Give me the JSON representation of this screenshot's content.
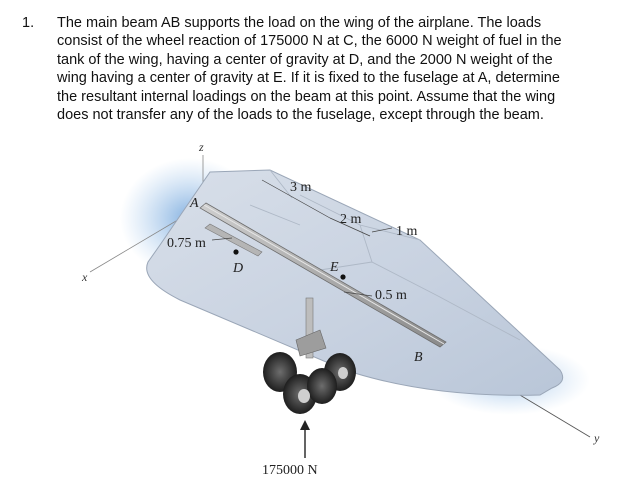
{
  "problem": {
    "number": "1.",
    "lines": [
      "The main beam AB supports the load on the wing of the airplane. The loads",
      "consist of the wheel reaction of 175000 N at C, the 6000 N weight of fuel in the",
      "tank of the wing, having a center of gravity at D, and the 2000 N weight of the",
      "wing having a center of gravity at E. If it is fixed to the fuselage at A, determine",
      "the resultant internal loadings on the beam at this point. Assume that the wing",
      "does not transfer any of the loads to the fuselage, except through the beam."
    ]
  },
  "figure": {
    "axes": {
      "z": "z",
      "x": "x",
      "y": "y"
    },
    "points": {
      "A": "A",
      "B": "B",
      "D": "D",
      "E": "E"
    },
    "dimensions": {
      "d1": "3 m",
      "d2": "2 m",
      "d3": "1 m",
      "d4": "0.75 m",
      "d5": "0.5 m"
    },
    "load": "175000 N"
  },
  "colors": {
    "wing_fill": "#c9d3e2",
    "wing_shadow": "#7fa9d6",
    "beam": "#a7a7a7",
    "wheel": "#3a3a3a"
  }
}
